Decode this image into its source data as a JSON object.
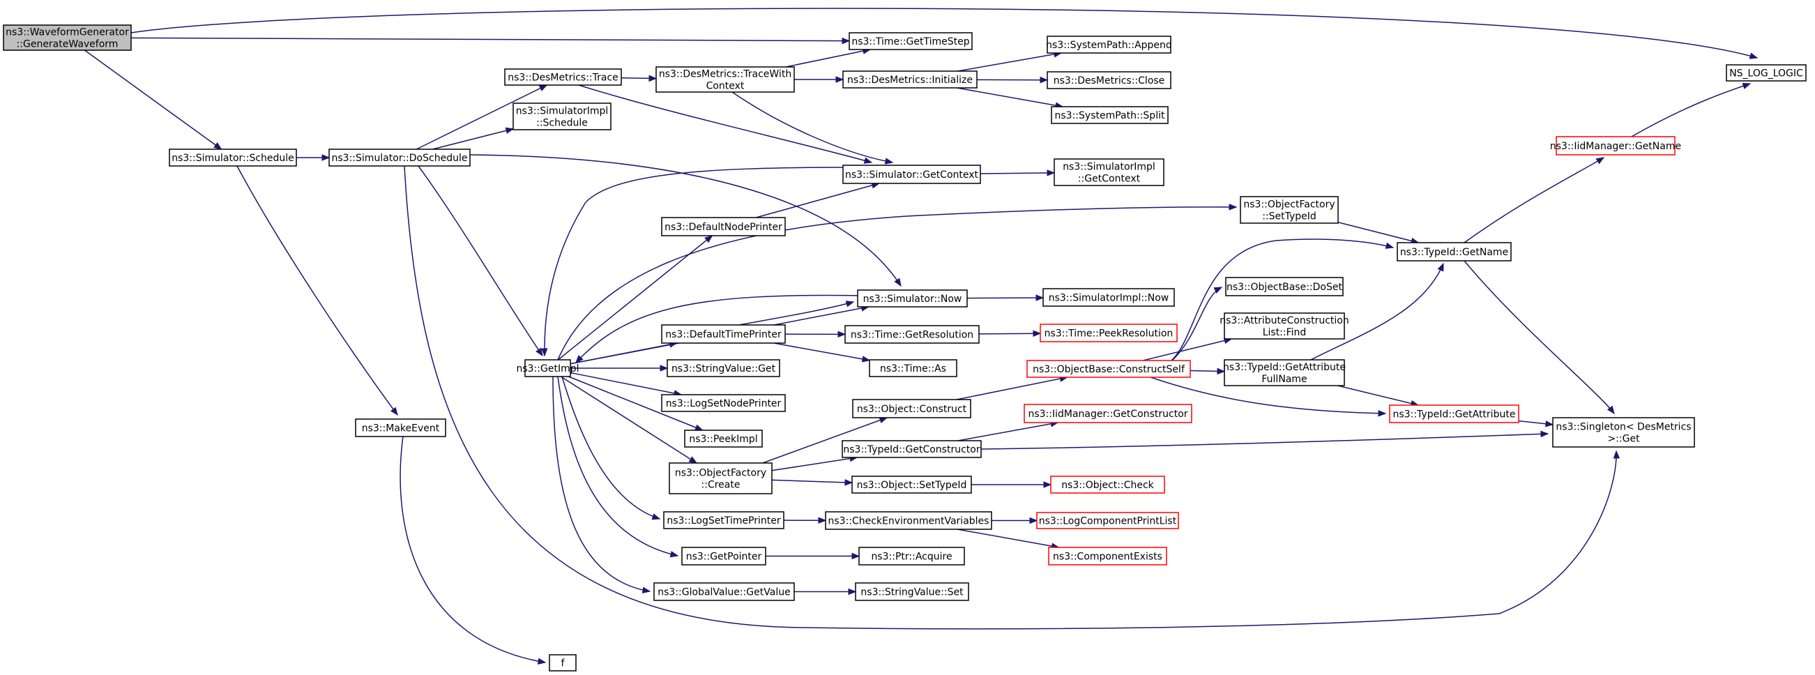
{
  "colors": {
    "edge": "#191970",
    "node_border": "#000000",
    "node_border_incomplete": "#ff0000",
    "root_fill": "#bfbfbf",
    "node_fill": "#ffffff"
  },
  "nodes": {
    "root": {
      "lines": [
        "ns3::WaveformGenerator",
        "::GenerateWaveform"
      ],
      "border": "black",
      "fill": "gray"
    },
    "nslog": {
      "lines": [
        "NS_LOG_LOGIC"
      ],
      "border": "black"
    },
    "timestep": {
      "lines": [
        "ns3::Time::GetTimeStep"
      ],
      "border": "black"
    },
    "schedule": {
      "lines": [
        "ns3::Simulator::Schedule"
      ],
      "border": "black"
    },
    "doschedule": {
      "lines": [
        "ns3::Simulator::DoSchedule"
      ],
      "border": "black"
    },
    "trace": {
      "lines": [
        "ns3::DesMetrics::Trace"
      ],
      "border": "black"
    },
    "tracectx": {
      "lines": [
        "ns3::DesMetrics::TraceWith",
        "Context"
      ],
      "border": "black"
    },
    "siminitsched": {
      "lines": [
        "ns3::SimulatorImpl",
        "::Schedule"
      ],
      "border": "black"
    },
    "initialize": {
      "lines": [
        "ns3::DesMetrics::Initialize"
      ],
      "border": "black"
    },
    "append": {
      "lines": [
        "ns3::SystemPath::Append"
      ],
      "border": "black"
    },
    "close": {
      "lines": [
        "ns3::DesMetrics::Close"
      ],
      "border": "black"
    },
    "split": {
      "lines": [
        "ns3::SystemPath::Split"
      ],
      "border": "black"
    },
    "getcontext": {
      "lines": [
        "ns3::Simulator::GetContext"
      ],
      "border": "black"
    },
    "implctx": {
      "lines": [
        "ns3::SimulatorImpl",
        "::GetContext"
      ],
      "border": "black"
    },
    "iidname": {
      "lines": [
        "ns3::IidManager::GetName"
      ],
      "border": "red"
    },
    "defnode": {
      "lines": [
        "ns3::DefaultNodePrinter"
      ],
      "border": "black"
    },
    "ofsettype": {
      "lines": [
        "ns3::ObjectFactory",
        "::SetTypeId"
      ],
      "border": "black"
    },
    "tidname": {
      "lines": [
        "ns3::TypeId::GetName"
      ],
      "border": "black"
    },
    "obdoset": {
      "lines": [
        "ns3::ObjectBase::DoSet"
      ],
      "border": "black"
    },
    "simnow": {
      "lines": [
        "ns3::Simulator::Now"
      ],
      "border": "black"
    },
    "implnow": {
      "lines": [
        "ns3::SimulatorImpl::Now"
      ],
      "border": "black"
    },
    "acl": {
      "lines": [
        "ns3::AttributeConstruction",
        "List::Find"
      ],
      "border": "black"
    },
    "deftime": {
      "lines": [
        "ns3::DefaultTimePrinter"
      ],
      "border": "black"
    },
    "getres": {
      "lines": [
        "ns3::Time::GetResolution"
      ],
      "border": "black"
    },
    "peekres": {
      "lines": [
        "ns3::Time::PeekResolution"
      ],
      "border": "red"
    },
    "getimpl": {
      "lines": [
        "ns3::GetImpl"
      ],
      "border": "black"
    },
    "svget": {
      "lines": [
        "ns3::StringValue::Get"
      ],
      "border": "black"
    },
    "timeas": {
      "lines": [
        "ns3::Time::As"
      ],
      "border": "black"
    },
    "constructself": {
      "lines": [
        "ns3::ObjectBase::ConstructSelf"
      ],
      "border": "red"
    },
    "tidattrfull": {
      "lines": [
        "ns3::TypeId::GetAttribute",
        "FullName"
      ],
      "border": "black"
    },
    "lognode": {
      "lines": [
        "ns3::LogSetNodePrinter"
      ],
      "border": "black"
    },
    "objconstruct": {
      "lines": [
        "ns3::Object::Construct"
      ],
      "border": "black"
    },
    "iidctor": {
      "lines": [
        "ns3::IidManager::GetConstructor"
      ],
      "border": "red"
    },
    "tidattr": {
      "lines": [
        "ns3::TypeId::GetAttribute"
      ],
      "border": "red"
    },
    "singleton": {
      "lines": [
        "ns3::Singleton< DesMetrics",
        " >::Get"
      ],
      "border": "black"
    },
    "makeevent": {
      "lines": [
        "ns3::MakeEvent"
      ],
      "border": "black"
    },
    "peekimpl": {
      "lines": [
        "ns3::PeekImpl"
      ],
      "border": "black"
    },
    "tidctor": {
      "lines": [
        "ns3::TypeId::GetConstructor"
      ],
      "border": "black"
    },
    "ofcreate": {
      "lines": [
        "ns3::ObjectFactory",
        "::Create"
      ],
      "border": "black"
    },
    "objsettid": {
      "lines": [
        "ns3::Object::SetTypeId"
      ],
      "border": "black"
    },
    "objcheck": {
      "lines": [
        "ns3::Object::Check"
      ],
      "border": "red"
    },
    "logtime": {
      "lines": [
        "ns3::LogSetTimePrinter"
      ],
      "border": "black"
    },
    "checkenv": {
      "lines": [
        "ns3::CheckEnvironmentVariables"
      ],
      "border": "black"
    },
    "logcomp": {
      "lines": [
        "ns3::LogComponentPrintList"
      ],
      "border": "red"
    },
    "getpointer": {
      "lines": [
        "ns3::GetPointer"
      ],
      "border": "black"
    },
    "ptracquire": {
      "lines": [
        "ns3::Ptr::Acquire"
      ],
      "border": "black"
    },
    "compexists": {
      "lines": [
        "ns3::ComponentExists"
      ],
      "border": "red"
    },
    "gvgetvalue": {
      "lines": [
        "ns3::GlobalValue::GetValue"
      ],
      "border": "black"
    },
    "svset": {
      "lines": [
        "ns3::StringValue::Set"
      ],
      "border": "black"
    },
    "f": {
      "lines": [
        "f"
      ],
      "border": "black"
    }
  },
  "edges": [
    [
      "root",
      "nslog"
    ],
    [
      "root",
      "timestep"
    ],
    [
      "root",
      "schedule"
    ],
    [
      "schedule",
      "doschedule"
    ],
    [
      "schedule",
      "makeevent"
    ],
    [
      "doschedule",
      "trace"
    ],
    [
      "doschedule",
      "siminitsched"
    ],
    [
      "doschedule",
      "simnow"
    ],
    [
      "doschedule",
      "getimpl"
    ],
    [
      "doschedule",
      "singleton"
    ],
    [
      "trace",
      "tracectx"
    ],
    [
      "trace",
      "getcontext"
    ],
    [
      "tracectx",
      "timestep"
    ],
    [
      "tracectx",
      "initialize"
    ],
    [
      "tracectx",
      "getcontext"
    ],
    [
      "initialize",
      "append"
    ],
    [
      "initialize",
      "close"
    ],
    [
      "initialize",
      "split"
    ],
    [
      "getcontext",
      "implctx"
    ],
    [
      "getcontext",
      "getimpl"
    ],
    [
      "defnode",
      "getcontext"
    ],
    [
      "getimpl",
      "defnode"
    ],
    [
      "getimpl",
      "ofsettype"
    ],
    [
      "getimpl",
      "simnow"
    ],
    [
      "getimpl",
      "deftime"
    ],
    [
      "getimpl",
      "svget"
    ],
    [
      "getimpl",
      "lognode"
    ],
    [
      "getimpl",
      "peekimpl"
    ],
    [
      "getimpl",
      "ofcreate"
    ],
    [
      "getimpl",
      "logtime"
    ],
    [
      "getimpl",
      "getpointer"
    ],
    [
      "getimpl",
      "gvgetvalue"
    ],
    [
      "ofsettype",
      "tidname"
    ],
    [
      "tidname",
      "iidname"
    ],
    [
      "tidname",
      "singleton"
    ],
    [
      "iidname",
      "nslog"
    ],
    [
      "simnow",
      "implnow"
    ],
    [
      "simnow",
      "getimpl"
    ],
    [
      "deftime",
      "simnow"
    ],
    [
      "deftime",
      "getres"
    ],
    [
      "deftime",
      "timeas"
    ],
    [
      "getres",
      "peekres"
    ],
    [
      "constructself",
      "tidname"
    ],
    [
      "constructself",
      "obdoset"
    ],
    [
      "constructself",
      "acl"
    ],
    [
      "constructself",
      "tidattrfull"
    ],
    [
      "constructself",
      "tidattr"
    ],
    [
      "tidattrfull",
      "tidname"
    ],
    [
      "tidattrfull",
      "tidattr"
    ],
    [
      "tidattr",
      "singleton"
    ],
    [
      "ofcreate",
      "objconstruct"
    ],
    [
      "ofcreate",
      "tidctor"
    ],
    [
      "ofcreate",
      "objsettid"
    ],
    [
      "objconstruct",
      "constructself"
    ],
    [
      "tidctor",
      "iidctor"
    ],
    [
      "tidctor",
      "singleton"
    ],
    [
      "objsettid",
      "objcheck"
    ],
    [
      "logtime",
      "checkenv"
    ],
    [
      "checkenv",
      "logcomp"
    ],
    [
      "checkenv",
      "compexists"
    ],
    [
      "getpointer",
      "ptracquire"
    ],
    [
      "gvgetvalue",
      "svset"
    ],
    [
      "makeevent",
      "f"
    ]
  ]
}
